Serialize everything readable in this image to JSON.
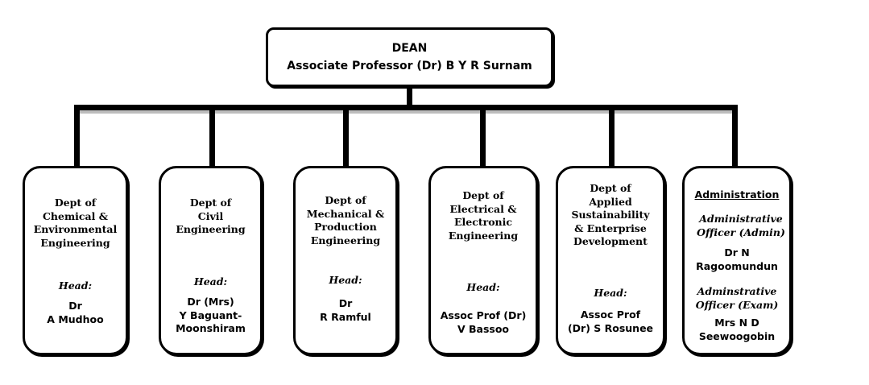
{
  "dean": {
    "title": "DEAN",
    "name": "Associate Professor (Dr) B Y R Surnam"
  },
  "departments": [
    {
      "name_lines": [
        "Dept of",
        "Chemical &",
        "Environmental",
        "Engineering"
      ],
      "head_label": "Head:",
      "head_lines": [
        "Dr",
        "A Mudhoo"
      ]
    },
    {
      "name_lines": [
        "Dept of",
        "Civil",
        "Engineering"
      ],
      "head_label": "Head:",
      "head_lines": [
        "Dr (Mrs)",
        "Y Baguant-",
        "Moonshiram"
      ]
    },
    {
      "name_lines": [
        "Dept of",
        "Mechanical &",
        "Production",
        "Engineering"
      ],
      "head_label": "Head:",
      "head_lines": [
        "Dr",
        "R Ramful"
      ]
    },
    {
      "name_lines": [
        "Dept of",
        "Electrical &",
        "Electronic",
        "Engineering"
      ],
      "head_label": "Head:",
      "head_lines": [
        "Assoc Prof (Dr)",
        "V Bassoo"
      ]
    },
    {
      "name_lines": [
        "Dept of",
        "Applied",
        "Sustainability",
        "& Enterprise",
        "Development"
      ],
      "head_label": "Head:",
      "head_lines": [
        "Assoc Prof",
        "(Dr) S Rosunee"
      ]
    }
  ],
  "administration": {
    "title": "Administration",
    "admin_role_lines": [
      "Administrative",
      "Officer (Admin)"
    ],
    "admin_name_lines": [
      "Dr N",
      "Ragoomundun"
    ],
    "exam_role_lines": [
      "Adminstrative",
      "Officer (Exam)"
    ],
    "exam_name_lines": [
      "Mrs N D",
      "Seewoogobin"
    ]
  }
}
